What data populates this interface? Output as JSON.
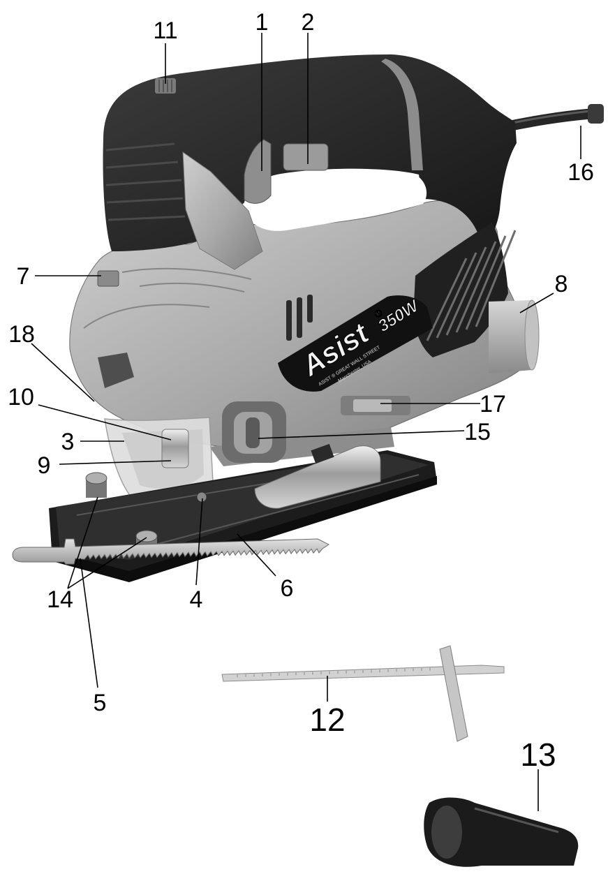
{
  "callouts": [
    "1",
    "2",
    "3",
    "4",
    "5",
    "6",
    "7",
    "8",
    "9",
    "10",
    "11",
    "12",
    "13",
    "14",
    "15",
    "16",
    "17",
    "18"
  ],
  "product_marking": {
    "brand": "Asist",
    "registered": "®",
    "power": "350W",
    "address_line1": "ASIST ® GREAT WALL STREET",
    "address_line2": "Manchester, USA"
  }
}
